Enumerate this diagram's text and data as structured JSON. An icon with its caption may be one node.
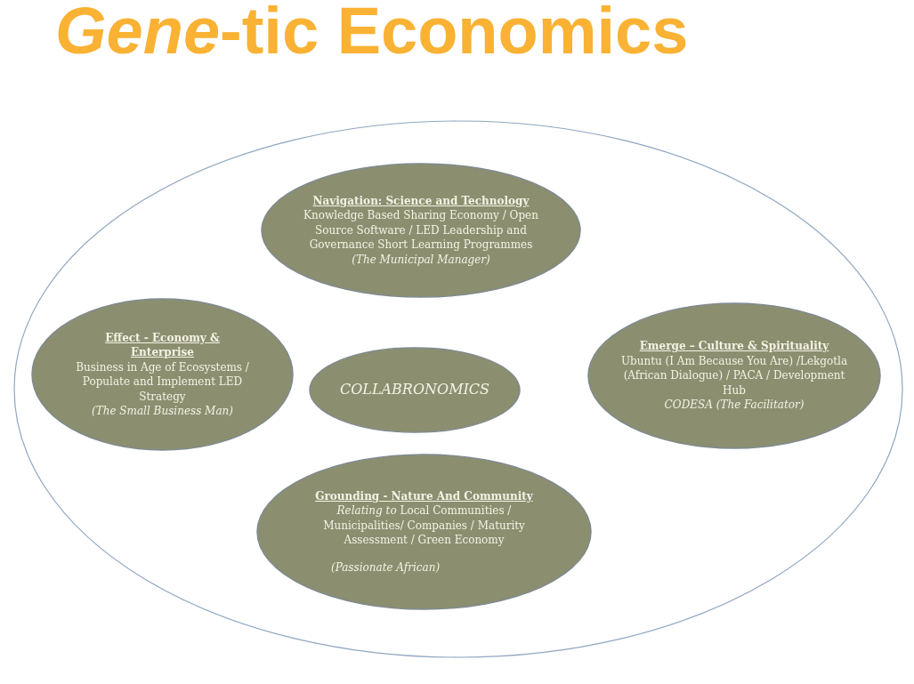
{
  "diagram": {
    "title": "*Gene*-tic Economics",
    "nodes": [
      {
        "text": [],
        "shape": "ellipse"
      },
      {
        "text": [
          "Navigation: Science and Technology",
          "Knowledge Based Sharing Economy / Open Source Software / LED Leadership and Governance Short Learning Programmes",
          "(The Municipal Manager)"
        ],
        "in": 0
      },
      {
        "text": [
          "Effect - Economy & Enterprise",
          "Business in Age of Ecosystems / Populate and Implement LED Strategy",
          "(The Small Business Man)"
        ],
        "in": 0
      },
      {
        "text": [
          "COLLABRONOMICS"
        ],
        "in": 0
      },
      {
        "text": [
          "Emerge – Culture & Spirituality",
          "Ubuntu (I Am Because You Are) /Lekgotla (African Dialogue) / PACA / Development Hub",
          "CODESA (The Facilitator)"
        ],
        "in": 0
      },
      {
        "text": [
          "Grounding - Nature And Community",
          "*Relating to* Local Communities / Municipalities/ Companies / Maturity Assessment / Green Economy",
          "(Passionate African)"
        ],
        "in": 0
      }
    ],
    "edges": []
  }
}
